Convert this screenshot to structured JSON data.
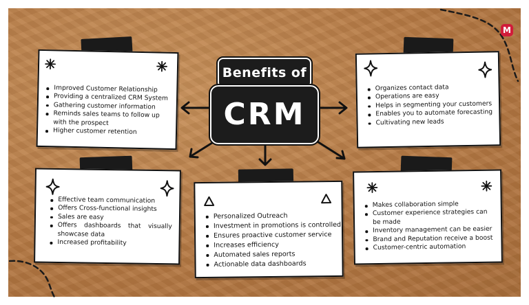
{
  "title": {
    "line1": "Benefits of",
    "line2": "CRM"
  },
  "logo_letter": "M",
  "colors": {
    "background": "#b67a44",
    "note": "#ffffff",
    "tape": "#1a1a1a",
    "title_box": "#1c1c1c",
    "logo": "#d11c3a"
  },
  "cards": [
    {
      "icon": "asterisk-icon",
      "items": [
        "Improved Customer Relationship",
        "Providing a centralized CRM System",
        "Gathering customer information",
        "Reminds sales teams to follow up with the prospect",
        "Higher customer retention"
      ]
    },
    {
      "icon": "diamond-sparkle-icon",
      "items": [
        "Organizes contact data",
        "Operations are easy",
        "Helps in segmenting your customers",
        "Enables you to automate forecasting",
        "Cultivating new leads"
      ]
    },
    {
      "icon": "diamond-sparkle-icon",
      "items": [
        "Effective team communication",
        "Offers Cross-functional insights",
        "Sales are easy",
        "Offers dashboards that visually showcase data",
        "Increased profitability"
      ]
    },
    {
      "icon": "triangle-icon",
      "items": [
        "Personalized Outreach",
        "Investment in promotions is controlled",
        "Ensures proactive customer service",
        "Increases efficiency",
        "Automated sales reports",
        "Actionable data dashboards"
      ]
    },
    {
      "icon": "asterisk-icon",
      "items": [
        "Makes collaboration simple",
        "Customer experience strategies can be made",
        "Inventory management can be easier",
        "Brand and Reputation receive a boost",
        "Customer-centric automation"
      ]
    }
  ]
}
